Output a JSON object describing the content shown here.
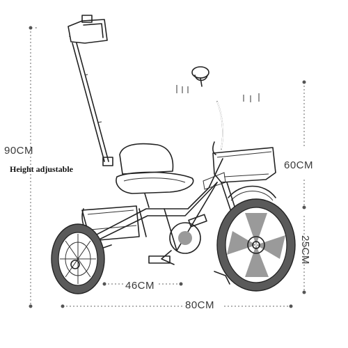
{
  "dimensions": {
    "height_total": "90CM",
    "height_note": "Height adjustable",
    "handlebar_height": "60CM",
    "front_wheel_height": "25CM",
    "rear_wheel_span": "46CM",
    "total_length": "80CM"
  },
  "colors": {
    "ink": "#222222",
    "dimension_line": "#666666",
    "label_text": "#3a3a3a"
  }
}
